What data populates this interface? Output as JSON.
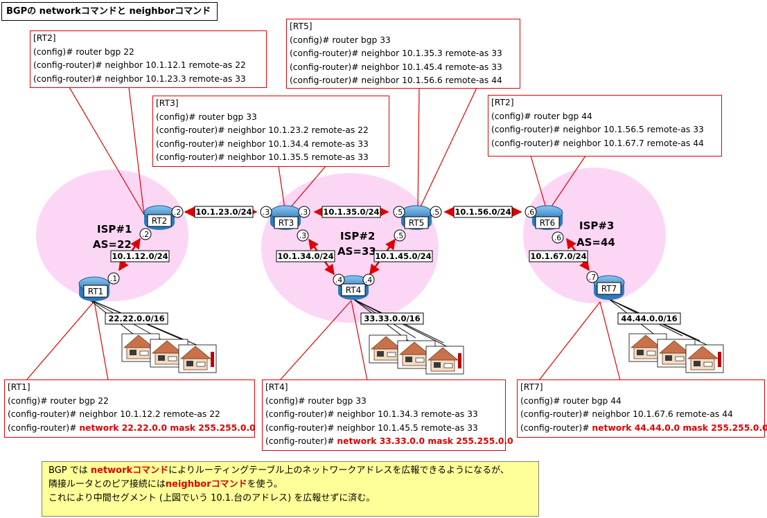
{
  "title": "BGPの networkコマンドと neighborコマンド",
  "colors": {
    "accent_red": "#e00000",
    "isp_fill": "#fcd7f5",
    "note_bg": "#ffff99"
  },
  "routers": {
    "rt1": "RT1",
    "rt2": "RT2",
    "rt3": "RT3",
    "rt4": "RT4",
    "rt5": "RT5",
    "rt6": "RT6",
    "rt7": "RT7"
  },
  "isps": {
    "isp1": {
      "name": "ISP#1",
      "as": "AS=22"
    },
    "isp2": {
      "name": "ISP#2",
      "as": "AS=33"
    },
    "isp3": {
      "name": "ISP#3",
      "as": "AS=44"
    }
  },
  "links": {
    "l12": "10.1.12.0/24",
    "l23": "10.1.23.0/24",
    "l35": "10.1.35.0/24",
    "l34": "10.1.34.0/24",
    "l45": "10.1.45.0/24",
    "l56": "10.1.56.0/24",
    "l67": "10.1.67.0/24"
  },
  "networks": {
    "n22": "22.22.0.0/16",
    "n33": "33.33.0.0/16",
    "n44": "44.44.0.0/16"
  },
  "ifaces": {
    "rt1": ".1",
    "rt2_a": ".2",
    "rt2_b": ".2",
    "rt3_a": ".3",
    "rt3_b": ".3",
    "rt3_c": ".3",
    "rt4_a": ".4",
    "rt4_b": ".4",
    "rt5_a": ".5",
    "rt5_b": ".5",
    "rt5_c": ".5",
    "rt6_a": ".6",
    "rt6_b": ".6",
    "rt7": ".7"
  },
  "configs": {
    "rt2": {
      "header": "[RT2]",
      "lines": [
        "(config)# router bgp 22",
        "(config-router)# neighbor 10.1.12.1 remote-as 22",
        "(config-router)# neighbor 10.1.23.3 remote-as 33"
      ]
    },
    "rt3": {
      "header": "[RT3]",
      "lines": [
        "(config)# router bgp 33",
        "(config-router)# neighbor 10.1.23.2 remote-as 22",
        "(config-router)# neighbor 10.1.34.4 remote-as 33",
        "(config-router)# neighbor 10.1.35.5 remote-as 33"
      ]
    },
    "rt5": {
      "header": "[RT5]",
      "lines": [
        "(config)# router bgp 33",
        "(config-router)# neighbor 10.1.35.3 remote-as 33",
        "(config-router)# neighbor 10.1.45.4 remote-as 33",
        "(config-router)# neighbor 10.1.56.6 remote-as 44"
      ]
    },
    "rt6": {
      "header": "[RT2]",
      "lines": [
        "(config)# router bgp 44",
        "(config-router)# neighbor 10.1.56.5 remote-as 33",
        "(config-router)# neighbor 10.1.67.7 remote-as 44"
      ]
    },
    "rt1": {
      "header": "[RT1]",
      "lines": [
        "(config)# router bgp 22",
        "(config-router)# neighbor 10.1.12.2 remote-as 22"
      ],
      "last_prefix": "(config-router)# ",
      "last_cmd": "network 22.22.0.0 mask 255.255.0.0"
    },
    "rt4": {
      "header": "[RT4]",
      "lines": [
        "(config)# router bgp 33",
        "(config-router)# neighbor 10.1.34.3 remote-as 33",
        "(config-router)# neighbor 10.1.45.5 remote-as 33"
      ],
      "last_prefix": "(config-router)# ",
      "last_cmd": "network 33.33.0.0 mask 255.255.0.0"
    },
    "rt7": {
      "header": "[RT7]",
      "lines": [
        "(config)# router bgp 44",
        "(config-router)# neighbor 10.1.67.6 remote-as 44"
      ],
      "last_prefix": "(config-router)# ",
      "last_cmd": "network 44.44.0.0 mask 255.255.0.0"
    }
  },
  "note": {
    "line1_a": "BGP では ",
    "line1_b": "networkコマンド",
    "line1_c": "によりルーティングテーブル上のネットワークアドレスを広報できるようになるが、",
    "line2_a": "隣接ルータとのピア接続には",
    "line2_b": "neighborコマンド",
    "line2_c": "を使う。",
    "line3": "これにより中間セグメント (上図でいう 10.1.台のアドレス) を広報せずに済む。"
  }
}
